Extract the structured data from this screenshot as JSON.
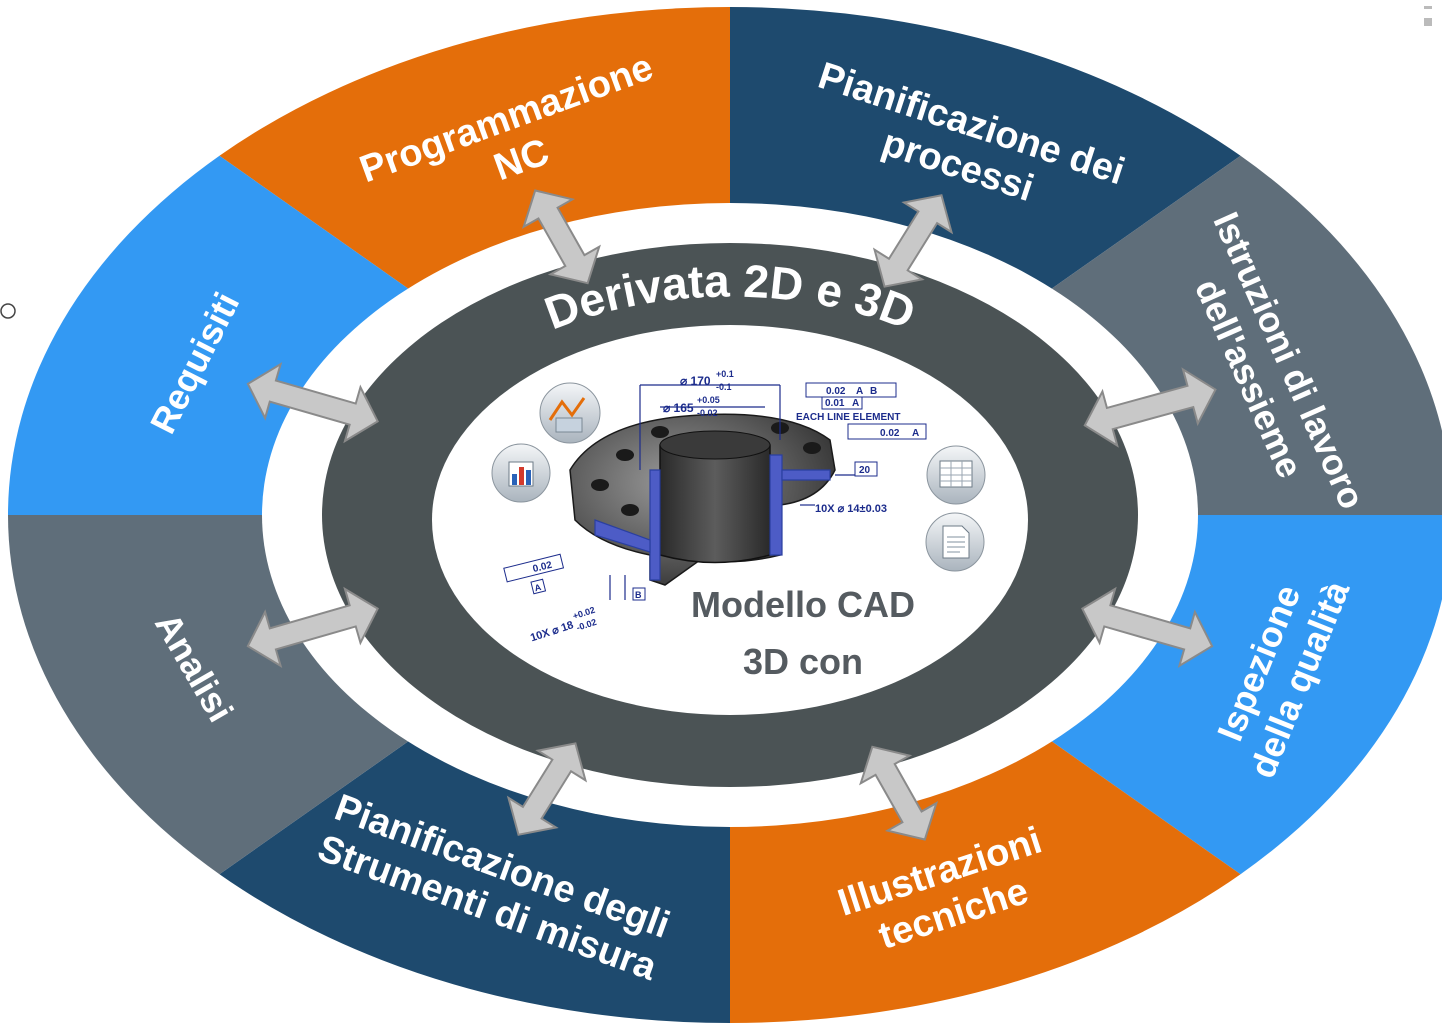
{
  "colors": {
    "orange": "#e46e0a",
    "navy": "#1e4a6e",
    "slate": "#5f6e7a",
    "blue": "#3399f3",
    "dark_ring": "#4b5355",
    "white_band": "#ffffff",
    "arrow_fill": "#c8c8c8"
  },
  "segments": [
    {
      "id": "programmazione-nc",
      "color": "orange",
      "lines": [
        "Programmazione",
        "NC"
      ]
    },
    {
      "id": "pianificazione-processi",
      "color": "navy",
      "lines": [
        "Pianificazione dei",
        "processi"
      ]
    },
    {
      "id": "istruzioni-lavoro",
      "color": "slate",
      "lines": [
        "Istruzioni di lavoro",
        "dell'assieme"
      ]
    },
    {
      "id": "ispezione-qualita",
      "color": "blue",
      "lines": [
        "Ispezione",
        "della qualità"
      ]
    },
    {
      "id": "illustrazioni-tecniche",
      "color": "orange",
      "lines": [
        "Illustrazioni",
        "tecniche"
      ]
    },
    {
      "id": "pianificazione-strumenti",
      "color": "navy",
      "lines": [
        "Pianificazione degli",
        "Strumenti di misura"
      ]
    },
    {
      "id": "analisi",
      "color": "slate",
      "lines": [
        "Analisi"
      ]
    },
    {
      "id": "requisiti",
      "color": "blue",
      "lines": [
        "Requisiti"
      ]
    }
  ],
  "ring_title": "Derivata 2D e 3D",
  "core": {
    "line1": "Modello CAD",
    "line2": "3D con",
    "icons": [
      "chart-analysis-icon",
      "bar-chart-icon",
      "spreadsheet-icon",
      "document-icon"
    ]
  },
  "drawing_annotations": {
    "dim_170": "⌀ 170",
    "tol_170_upper": "+0.1",
    "tol_170_lower": "-0.1",
    "dim_165": "⌀ 165",
    "tol_165_upper": "+0.05",
    "tol_165_lower": "-0.02",
    "fcf1_value": "0.02",
    "fcf1_datum_a": "A",
    "fcf1_datum_b": "B",
    "fcf1_value2": "0.01",
    "fcf1_datum_a2": "A",
    "each_line_element": "EACH LINE ELEMENT",
    "fcf2_value": "0.02",
    "fcf2_datum": "A",
    "dim_20": "20",
    "holes": "10X ⌀ 14±0.03",
    "flat_value": "0.02",
    "datum_a": "A",
    "datum_b": "B",
    "bore": "10X ⌀ 18",
    "bore_upper": "+0.02",
    "bore_lower": "-0.02"
  }
}
